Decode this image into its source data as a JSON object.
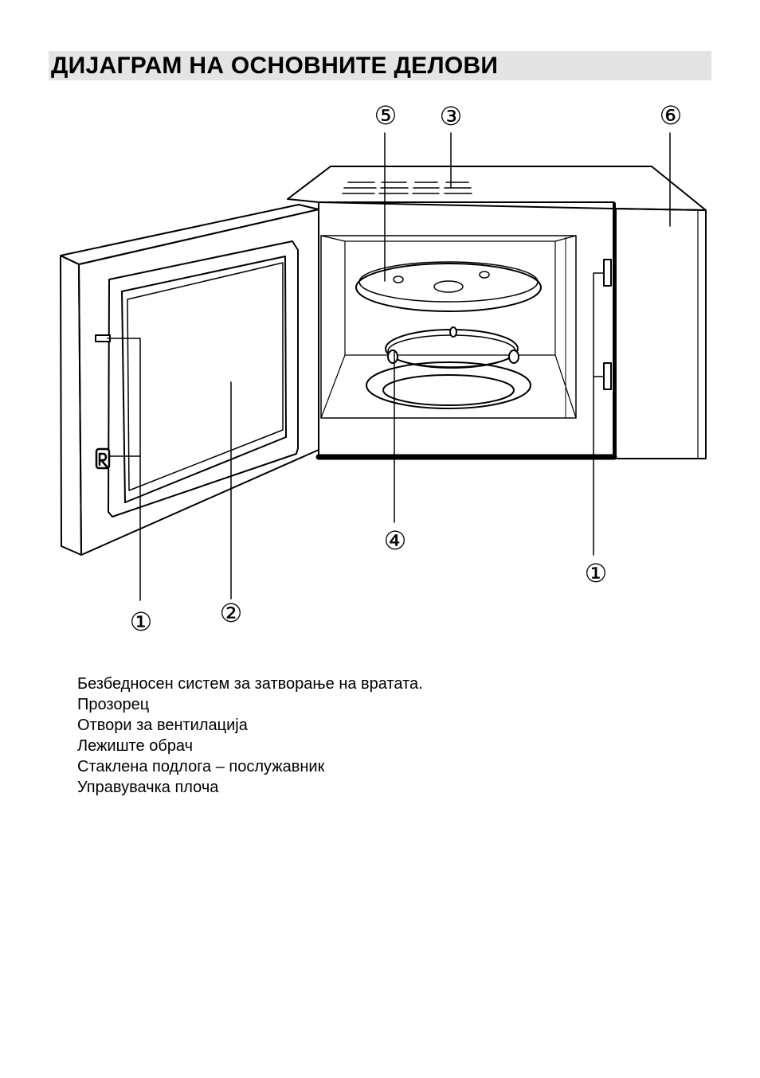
{
  "page": {
    "title": "ДИЈАГРАМ НА ОСНОВНИТЕ ДЕЛОВИ"
  },
  "diagram": {
    "callouts": {
      "door_lock_left": "①",
      "window": "②",
      "vent": "③",
      "roller_ring": "④",
      "glass_tray": "⑤",
      "control_panel": "⑥",
      "door_lock_right": "①"
    }
  },
  "parts": [
    "Безбедносен систем за затворање на вратата.",
    "Прозорец",
    "Отвори за вентилација",
    "Лежиште обрач",
    "Стаклена подлога – послужавник",
    "Управувачка плоча"
  ]
}
